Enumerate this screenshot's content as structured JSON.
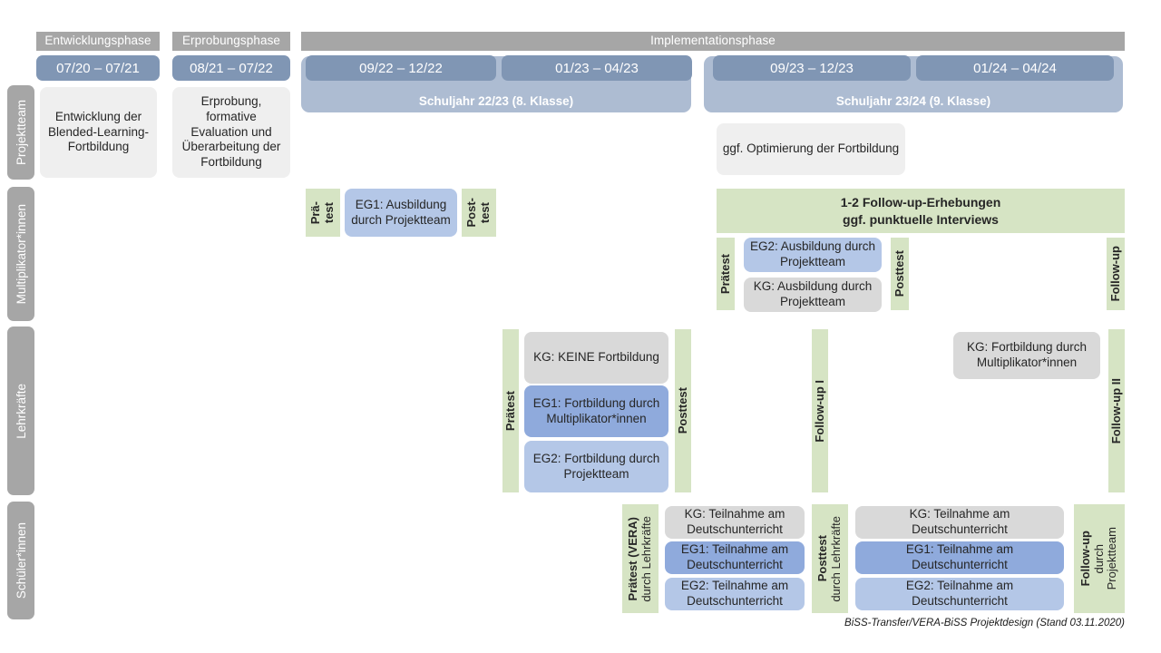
{
  "timeline": {
    "phases": [
      {
        "label": "Entwicklungsphase"
      },
      {
        "label": "Erprobungsphase"
      },
      {
        "label": "Implementationsphase"
      }
    ],
    "periods": [
      {
        "label": "07/20 – 07/21"
      },
      {
        "label": "08/21 – 07/22"
      },
      {
        "label": "09/22 – 12/22"
      },
      {
        "label": "01/23 – 04/23"
      },
      {
        "label": "09/23 – 12/23"
      },
      {
        "label": "01/24 – 04/24"
      }
    ],
    "school_years": [
      {
        "label": "Schuljahr 22/23 (8. Klasse)"
      },
      {
        "label": "Schuljahr 23/24 (9. Klasse)"
      }
    ]
  },
  "actors": [
    {
      "label": "Projektteam"
    },
    {
      "label": "Multiplikator*innen"
    },
    {
      "label": "Lehrkräfte"
    },
    {
      "label": "Schüler*innen"
    }
  ],
  "projektteam": {
    "entwicklung": "Entwicklung der Blended-Learning-Fortbildung",
    "erprobung": "Erprobung, formative Evaluation und Überarbeitung der Fortbildung",
    "optimierung": "ggf. Optimierung der Fortbildung"
  },
  "multiplikatoren": {
    "praetest_line1": "Prä-",
    "praetest_line2": "test",
    "posttest_line1": "Post-",
    "posttest_line2": "test",
    "eg1_ausbildung": "EG1: Ausbildung durch Projektteam",
    "followup_banner_line1": "1-2 Follow-up-Erhebungen",
    "followup_banner_line2": "ggf. punktuelle Interviews",
    "praetest2": "Prätest",
    "posttest2": "Posttest",
    "followup": "Follow-up",
    "eg2_ausbildung": "EG2: Ausbildung durch Projektteam",
    "kg_ausbildung": "KG: Ausbildung durch Projektteam"
  },
  "lehrkraefte": {
    "praetest": "Prätest",
    "posttest": "Posttest",
    "followup_1": "Follow-up I",
    "followup_2": "Follow-up II",
    "kg_keine": "KG:  KEINE Fortbildung",
    "eg1": "EG1: Fortbildung durch Multiplikator*innen",
    "eg2": "EG2: Fortbildung durch Projektteam",
    "kg_fortbildung": "KG: Fortbildung durch Multiplikator*innen"
  },
  "schueler": {
    "praetest_bold": "Prätest (VERA)",
    "praetest_reg": "durch Lehrkräfte",
    "posttest_bold": "Posttest",
    "posttest_reg": "durch Lehrkräfte",
    "followup_bold": "Follow-up",
    "followup_reg1": "durch",
    "followup_reg2": "Projektteam",
    "left_kg": "KG: Teilnahme am Deutschunterricht",
    "left_eg1": "EG1: Teilnahme am Deutschunterricht",
    "left_eg2": "EG2: Teilnahme am Deutschunterricht",
    "right_kg": "KG: Teilnahme am Deutschunterricht",
    "right_eg1": "EG1: Teilnahme am Deutschunterricht",
    "right_eg2": "EG2: Teilnahme am Deutschunterricht"
  },
  "footer": {
    "credit": "BiSS-Transfer/VERA-BiSS Projektdesign (Stand 03.11.2020)"
  },
  "colors": {
    "phase_grey": "#a6a6a6",
    "date_blue": "#8096b4",
    "year_blue": "#adbcd2",
    "eg1_blue": "#8faadc",
    "eg2_blue": "#b4c7e7",
    "kg_grey": "#d9d9d9",
    "green": "#d6e4c4",
    "box_grey": "#efefef"
  }
}
